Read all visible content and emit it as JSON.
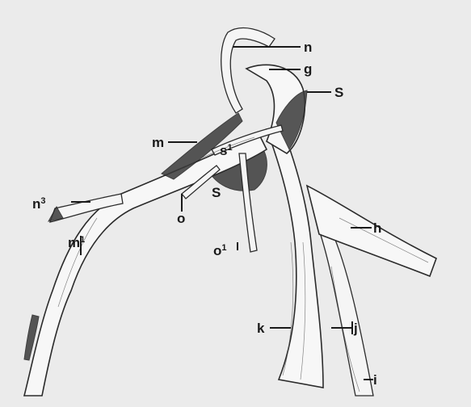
{
  "figure": {
    "labels": {
      "n": "n",
      "g": "g",
      "S_top": "S",
      "m": "m",
      "s1": "s",
      "s1_sup": "1",
      "S_mid": "S",
      "n3": "n",
      "n3_sup": "3",
      "o": "o",
      "m1": "m",
      "m1_sup": "1",
      "o1": "o",
      "o1_sup": "1",
      "h": "h",
      "k": "k",
      "j": "j",
      "i": "i"
    }
  }
}
